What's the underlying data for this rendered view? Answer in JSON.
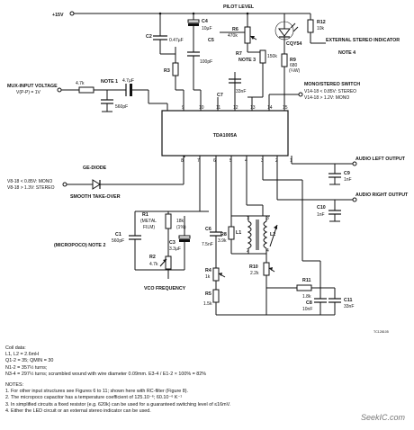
{
  "supply": "+15V",
  "pilot_level": "PILOT LEVEL",
  "ic": {
    "name": "TDA1005A",
    "pins_top": [
      "9",
      "10",
      "11",
      "12",
      "13",
      "14",
      "15"
    ],
    "pins_bottom": [
      "8",
      "7",
      "6",
      "5",
      "4",
      "3",
      "2",
      "1"
    ]
  },
  "mux_input": "MUX-INPUT VOLTAGE",
  "mux_input_value": "V(P-P) = 1V",
  "note1": "NOTE 1",
  "mono_stereo": "MONO/STEREO SWITCH",
  "mono_stereo_stereo": "V14-18 < 0.85V: STEREO",
  "mono_stereo_mono": "V14-18 > 1.2V: MONO",
  "ext_indicator": "EXTERNAL STEREO INDICATOR",
  "note4": "NOTE 4",
  "note3": "NOTE 3",
  "audio_left": "AUDIO LEFT OUTPUT",
  "audio_right": "AUDIO RIGHT OUTPUT",
  "ge_diode": "GE-DIODE",
  "vt_mono": "V8-18 < 0.85V: MONO",
  "vt_stereo": "V8-18 > 1.3V: STEREO",
  "smooth": "SMOOTH TAKE-OVER",
  "micropoco": "(MICROPOCO) NOTE 2",
  "vco": "VCO FREQUENCY",
  "components": {
    "c2": "C2",
    "c2v": "0.47µF",
    "c4": "C4",
    "c4v": "10µF",
    "c5": "C5",
    "c5v": "100pF",
    "r3": "R3",
    "r6": "R6",
    "r6v": "470k",
    "r7": "R7",
    "r7v": "150k",
    "r12": "R12",
    "r12v": "10k",
    "led": "CQY54",
    "r9": "R9",
    "r9v": "680",
    "r9w": "(¼W)",
    "c7": "C7",
    "c7v": "33nF",
    "r_in": "4.7k",
    "c_in": "4.7µF",
    "c_p": "560pF",
    "c9": "C9",
    "c9v": "1nF",
    "c10": "C10",
    "c10v": "1nF",
    "r1": "R1",
    "r1a": "(METAL",
    "r1b": "FILM)",
    "r1v": "18k",
    "r1v2": "(1%)",
    "c1": "C1",
    "c1v": "560pF",
    "c3": "C3",
    "c3v": "3.3µF",
    "r2": "R2",
    "r2v": "4.7k",
    "c6": "C6",
    "c6v": "7.5nF",
    "r8": "R8",
    "r8v": "3.9k",
    "l1": "L1",
    "l2": "L2",
    "r4": "R4",
    "r4v": "1k",
    "r5": "R5",
    "r5v": "1.5k",
    "r10": "R10",
    "r10v": "2.2k",
    "r11": "R11",
    "r11v": "1.8k",
    "c8": "C8",
    "c8v": "10nF",
    "c11": "C11",
    "c11v": "33nF"
  },
  "drawing_ref": "TC128105",
  "coil_title": "Coil data:",
  "coil_lines": [
    "L1, L2 = 2.6mH",
    "Q1-2 = 35; QMIN = 30",
    "N1-2 = 357½ turns;",
    "N3-4 = 297½ turns; scrambled wound with wire diameter 0.09mm.  E3-4 / E1-2 × 100% = 82%"
  ],
  "notes_title": "NOTES:",
  "notes": [
    "1. For other input structures see Figures 6 to 11; shown here with RC-filter (Figure 8).",
    "2. The micropoco capacitor has a temperature coefficient of 125.10⁻⁶; 60.10⁻⁶ K⁻¹",
    "3. In simplified circuits a fixed resistor (e.g. 620k) can be used for a guaranteed switching level of  ≤16mV.",
    "4. Either the LED circuit or an external stereo indicator can be used."
  ],
  "watermark": "SeekIC.com"
}
